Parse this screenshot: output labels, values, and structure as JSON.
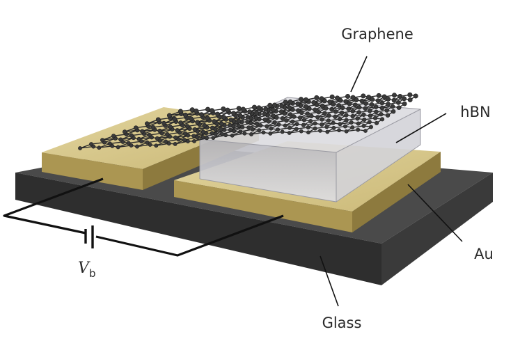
{
  "labels": {
    "graphene": "Graphene",
    "hbn": "hBN",
    "au": "Au",
    "glass": "Glass",
    "voltage_symbol": "V",
    "voltage_subscript": "b"
  },
  "colors": {
    "glass_top": "#494949",
    "glass_side": "#2d2d2d",
    "au_top": "#d8c98e",
    "au_side": "#a8934e",
    "hbn_face": "#c9c9cf",
    "graphene": "#333333"
  }
}
